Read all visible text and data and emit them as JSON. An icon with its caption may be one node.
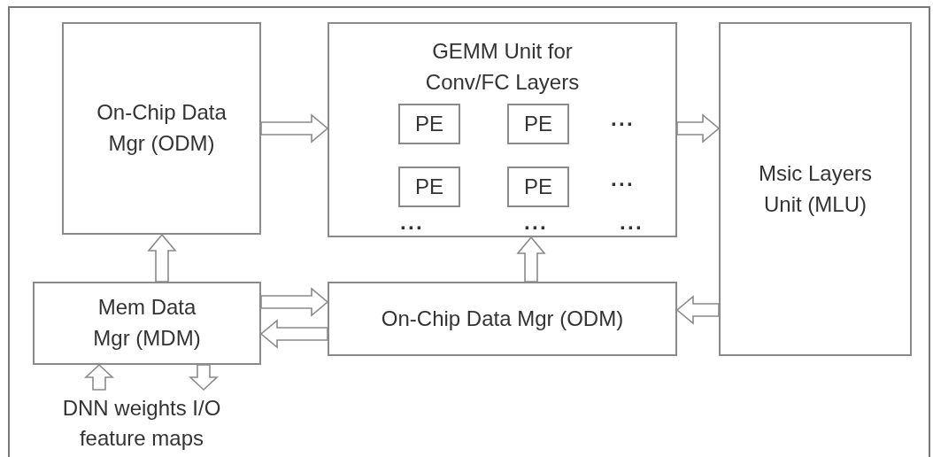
{
  "diagram": {
    "nodes": [
      {
        "text": [
          "On-Chip Data Mgr (ODM)"
        ]
      },
      {
        "text": [
          "GEMM Unit for Conv/FC Layers"
        ]
      },
      {
        "text": [
          "PE"
        ],
        "in": 1
      },
      {
        "text": [
          "PE"
        ],
        "in": 1
      },
      {
        "text": [
          "PE"
        ],
        "in": 1
      },
      {
        "text": [
          "PE"
        ],
        "in": 1
      },
      {
        "text": [
          "Msic Layers Unit (MLU)"
        ]
      },
      {
        "text": [
          "Mem Data Mgr (MDM)"
        ]
      },
      {
        "text": [
          "On-Chip Data Mgr (ODM)"
        ]
      },
      {
        "text": [
          "DNN weights I/O feature maps"
        ]
      }
    ],
    "edges": [
      {
        "from": 0,
        "to": 1,
        "arrow": "to"
      },
      {
        "from": 1,
        "to": 6,
        "arrow": "to"
      },
      {
        "from": 7,
        "to": 0,
        "arrow": "to"
      },
      {
        "from": 8,
        "to": 1,
        "arrow": "to"
      },
      {
        "from": 7,
        "to": 8,
        "arrow": "to"
      },
      {
        "from": 8,
        "to": 7,
        "arrow": "to"
      },
      {
        "from": 6,
        "to": 8,
        "arrow": "to"
      },
      {
        "from": 9,
        "to": 7,
        "arrow": "to"
      },
      {
        "from": 7,
        "to": 9,
        "arrow": "to"
      }
    ],
    "labels": [
      "···",
      "···",
      "···",
      "···",
      "···"
    ]
  }
}
